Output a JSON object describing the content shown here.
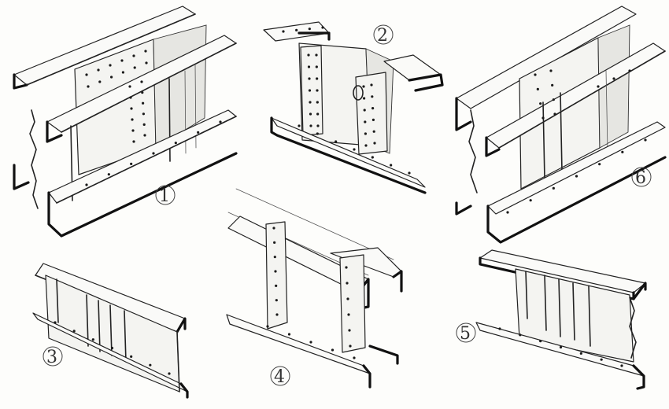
{
  "figure": {
    "panels": [
      {
        "id": "1",
        "label": "1",
        "kind": "heavy-girder-with-web-plates"
      },
      {
        "id": "2",
        "label": "2",
        "kind": "open-girder-cut-away"
      },
      {
        "id": "3",
        "label": "3",
        "kind": "light-girder"
      },
      {
        "id": "4",
        "label": "4",
        "kind": "girder-with-stiffener"
      },
      {
        "id": "5",
        "label": "5",
        "kind": "girder-with-cap-plate"
      },
      {
        "id": "6",
        "label": "6",
        "kind": "double-girder"
      }
    ]
  },
  "style": {
    "ink": "#1f1f1f",
    "paper": "#fdfdfb"
  }
}
